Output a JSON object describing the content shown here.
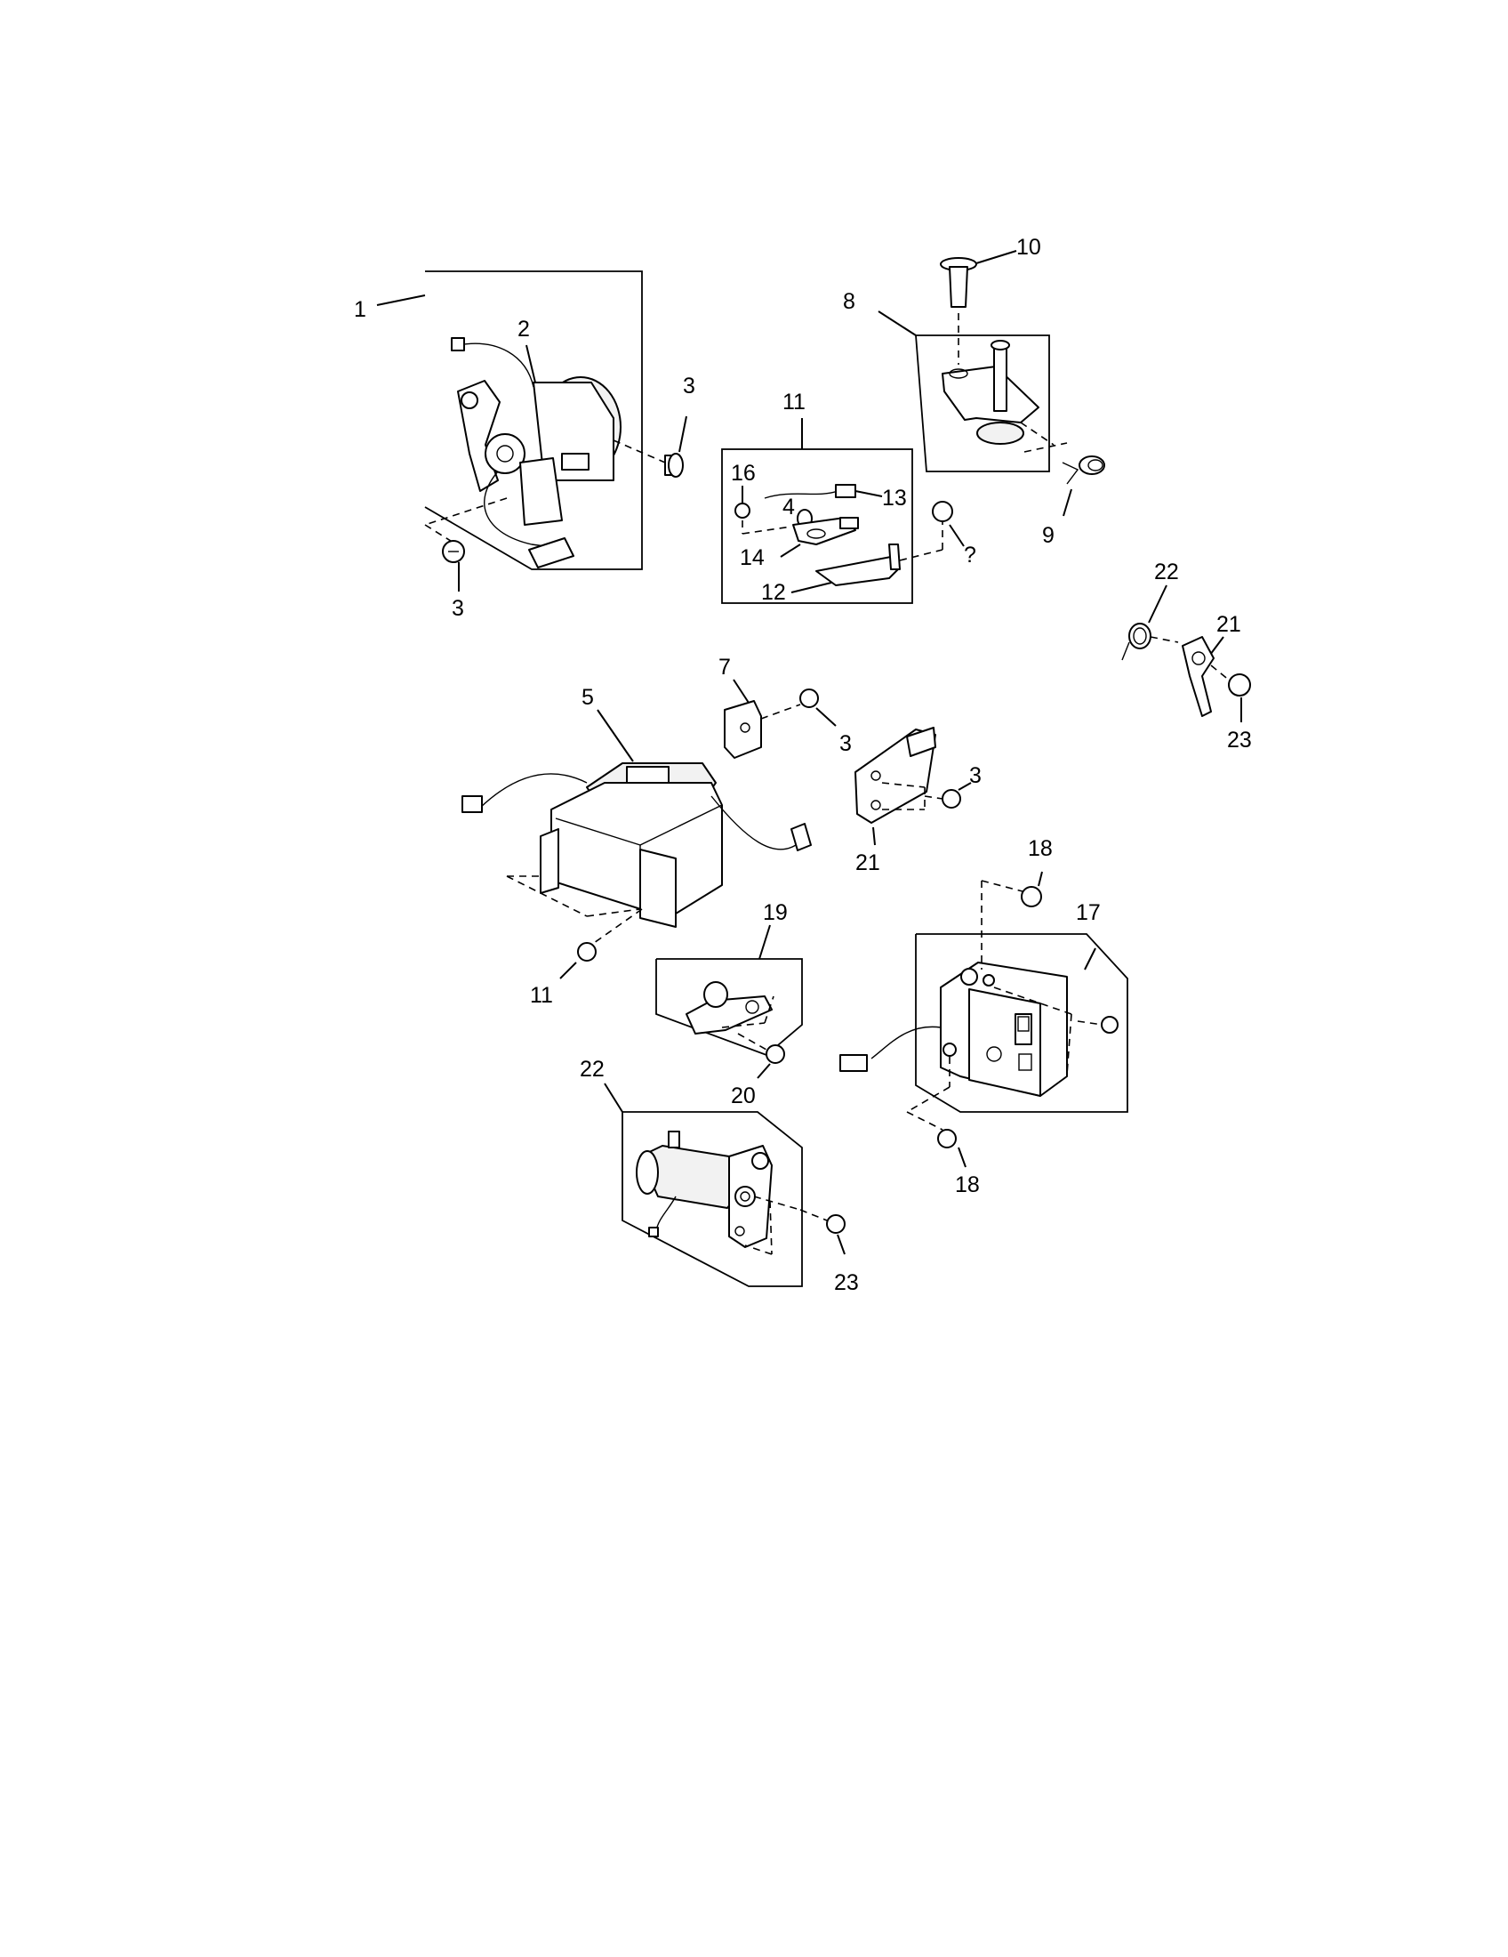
{
  "callouts": {
    "c_1": "1",
    "c_2": "2",
    "c_3_top": "3",
    "c_3_left": "3",
    "c_11_group": "11",
    "c_16": "16",
    "c_13": "13",
    "c_4": "4",
    "c_14": "14",
    "c_12": "12",
    "c_q": "?",
    "c_10": "10",
    "c_8": "8",
    "c_9": "9",
    "c_22_top": "22",
    "c_21_top": "21",
    "c_23_top": "23",
    "c_7": "7",
    "c_3_mid": "3",
    "c_5": "5",
    "c_3_bracket": "3",
    "c_21_bracket": "21",
    "c_18_top": "18",
    "c_17": "17",
    "c_19": "19",
    "c_11_screw": "11",
    "c_20": "20",
    "c_22_motor": "22",
    "c_23_motor": "23",
    "c_18_bottom": "18"
  }
}
